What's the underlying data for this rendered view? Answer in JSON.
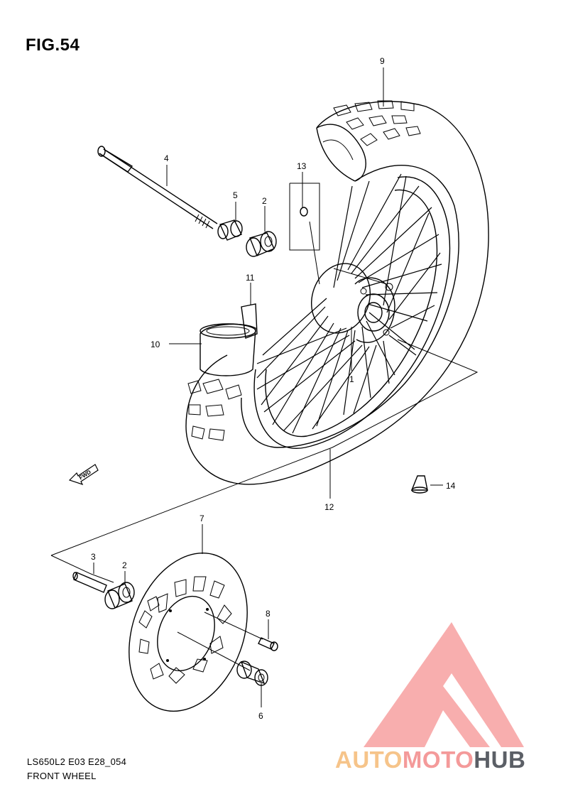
{
  "figure": {
    "title": "FIG.54"
  },
  "footer": {
    "model_code": "LS650L2 E03 E28_054",
    "section_name": "FRONT WHEEL"
  },
  "callouts": {
    "c1": "1",
    "c2a": "2",
    "c2b": "2",
    "c3": "3",
    "c4": "4",
    "c5": "5",
    "c6": "6",
    "c7": "7",
    "c8": "8",
    "c9": "9",
    "c10": "10",
    "c11": "11",
    "c12": "12",
    "c13": "13",
    "c14": "14"
  },
  "direction_marker": {
    "label": "FWD"
  },
  "watermark": {
    "word_part1": "AUTO",
    "word_part2": "MOTO",
    "word_part3": "HUB",
    "colors": {
      "auto": "#f6c48a",
      "moto": "#f49a9a",
      "hub": "#5b5f66",
      "triangle": "#f7a0a0"
    }
  }
}
